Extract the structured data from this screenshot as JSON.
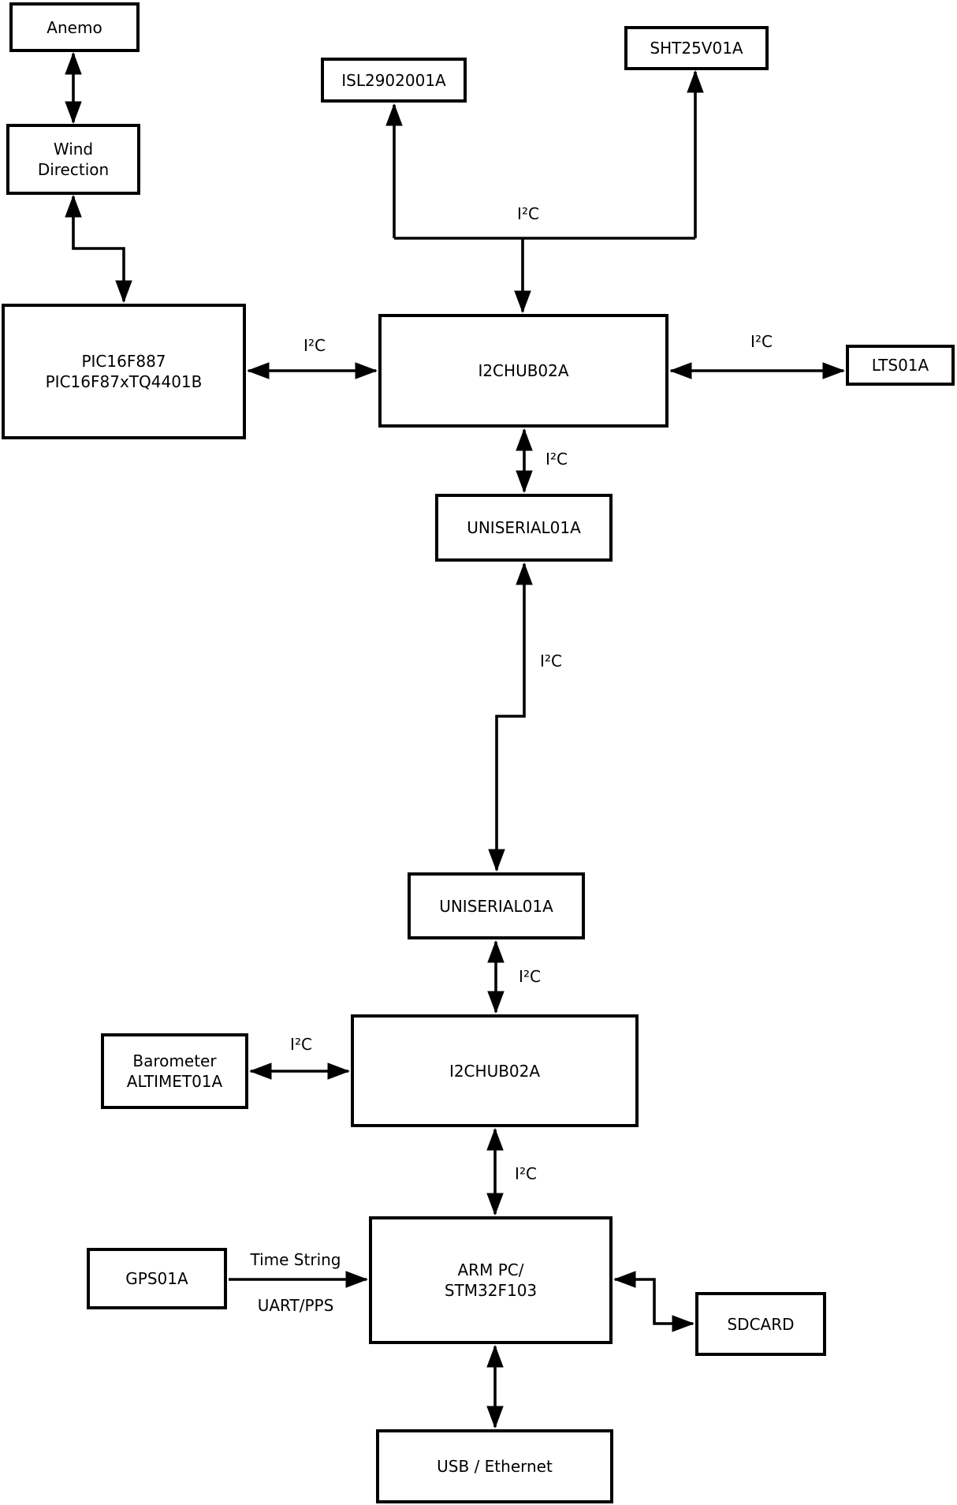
{
  "diagram": {
    "background_color": "#ffffff",
    "line_color": "#000000",
    "nodes": {
      "anemo": {
        "label": "Anemo"
      },
      "wind_direction": {
        "label": "Wind\nDirection"
      },
      "pic": {
        "label": "PIC16F887\nPIC16F87xTQ4401B"
      },
      "isl": {
        "label": "ISL2902001A"
      },
      "sht": {
        "label": "SHT25V01A"
      },
      "hub1": {
        "label": "I2CHUB02A"
      },
      "lts": {
        "label": "LTS01A"
      },
      "uniserial1": {
        "label": "UNISERIAL01A"
      },
      "uniserial2": {
        "label": "UNISERIAL01A"
      },
      "hub2": {
        "label": "I2CHUB02A"
      },
      "barometer": {
        "label": "Barometer\nALTIMET01A"
      },
      "arm": {
        "label": "ARM PC/\nSTM32F103"
      },
      "gps": {
        "label": "GPS01A"
      },
      "sdcard": {
        "label": "SDCARD"
      },
      "usb": {
        "label": "USB / Ethernet"
      }
    },
    "edge_labels": {
      "bus_top": "I²C",
      "pic_hub1": "I²C",
      "hub1_lts": "I²C",
      "hub1_uniserial1": "I²C",
      "uniserial1_uniserial2": "I²C",
      "uniserial2_hub2": "I²C",
      "barometer_hub2": "I²C",
      "hub2_arm": "I²C",
      "gps_arm_top": "Time String",
      "gps_arm_bottom": "UART/PPS"
    }
  }
}
